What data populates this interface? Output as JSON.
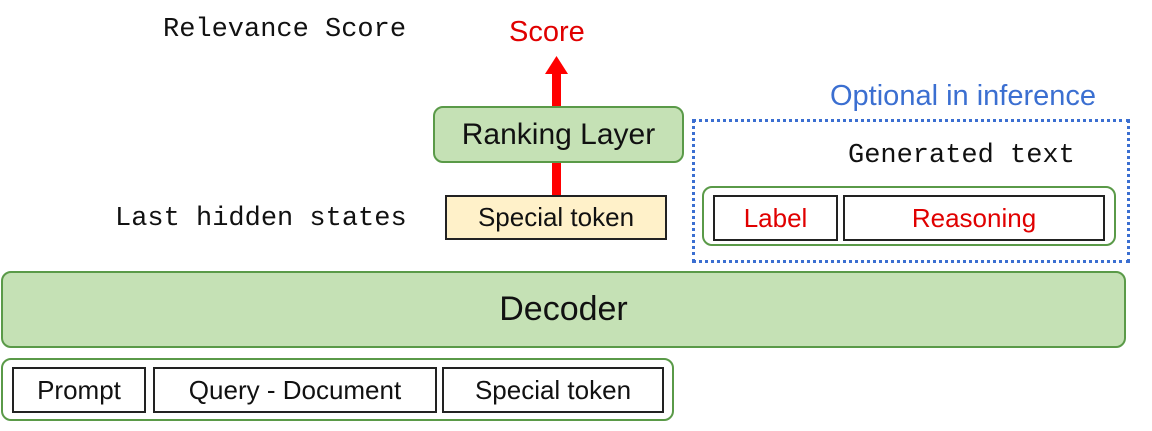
{
  "labels": {
    "relevance_score": "Relevance Score",
    "score": "Score",
    "optional_in_inference": "Optional in inference",
    "generated_text": "Generated text",
    "last_hidden_states": "Last hidden states"
  },
  "blocks": {
    "ranking_layer": "Ranking Layer",
    "decoder": "Decoder",
    "special_token_hidden": "Special token"
  },
  "generated": {
    "cells": [
      "Label",
      "Reasoning"
    ]
  },
  "input": {
    "cells": [
      "Prompt",
      "Query - Document",
      "Special token"
    ]
  },
  "colors": {
    "green_fill": "#c5e1b5",
    "green_border": "#5a9a48",
    "token_fill": "#fff1c9",
    "red": "#e00000",
    "blue": "#3b6fd1"
  }
}
